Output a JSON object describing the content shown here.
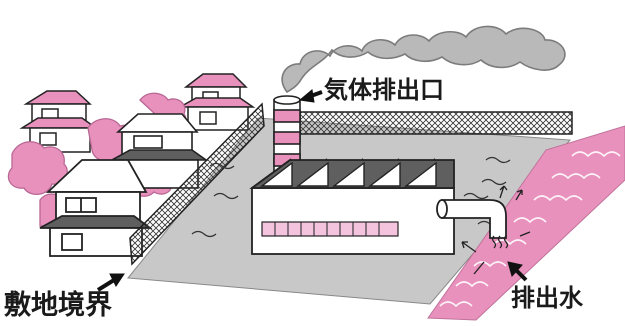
{
  "labels": {
    "gas_outlet": "気体排出口",
    "water_discharge": "排出水",
    "site_boundary": "敷地境界"
  },
  "colors": {
    "smoke": "#b9b9b9",
    "ground": "#c8c8c8",
    "pink": "#e991bd",
    "light_pink": "#f4c3dd",
    "roof": "#5f5f5f",
    "outline": "#222222"
  }
}
